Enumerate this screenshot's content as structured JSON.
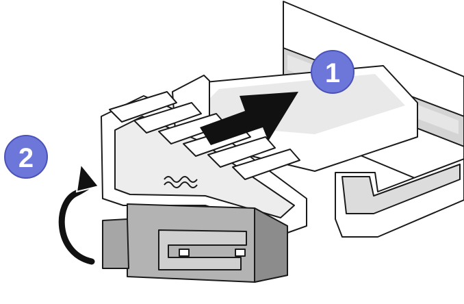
{
  "figure": {
    "subject": "drive-bay-filler-installation",
    "steps": [
      {
        "number": "1",
        "action": "slide-in"
      },
      {
        "number": "2",
        "action": "rotate-handle-closed"
      }
    ]
  },
  "colors": {
    "badge": "#6d76d9",
    "badge_outline": "#4a52b8",
    "arrow": "#111111",
    "outline": "#1a1a1a",
    "cage_fill": "#ffffff",
    "rail_fill": "#d4d4d4",
    "latch_fill": "#b3b3b3",
    "latch_dark": "#8c8c8c"
  },
  "icons": {
    "step1": "step-number-badge",
    "step2": "step-number-badge",
    "insert": "push-arrow-icon",
    "rotate": "curved-rotate-arrow-icon"
  }
}
